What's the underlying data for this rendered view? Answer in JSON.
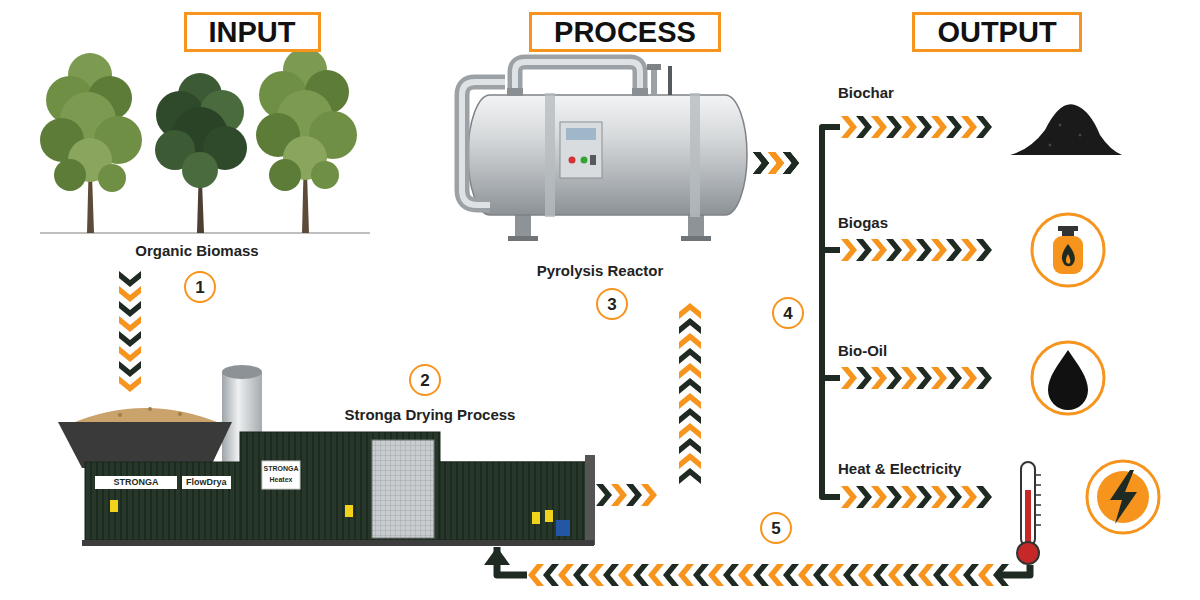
{
  "diagram": {
    "nodes": [
      {
        "text": [
          "INPUT"
        ]
      },
      {
        "text": [
          "PROCESS"
        ]
      },
      {
        "text": [
          "OUTPUT"
        ]
      },
      {
        "text": [
          "Organic Biomass"
        ]
      },
      {
        "text": [
          "Pyrolysis Reactor"
        ]
      },
      {
        "text": [
          "Stronga Drying Process"
        ]
      },
      {
        "text": [
          "Biochar"
        ]
      },
      {
        "text": [
          "Biogas"
        ]
      },
      {
        "text": [
          "Bio-Oil"
        ]
      },
      {
        "text": [
          "Heat & Electricity"
        ]
      }
    ],
    "edges": [
      {
        "from": 3,
        "to": 5,
        "arrow": "to"
      },
      {
        "from": 5,
        "to": 4,
        "arrow": "to"
      },
      {
        "from": 4,
        "to": 6,
        "arrow": "to"
      },
      {
        "from": 4,
        "to": 7,
        "arrow": "to"
      },
      {
        "from": 4,
        "to": 8,
        "arrow": "to"
      },
      {
        "from": 4,
        "to": 9,
        "arrow": "to"
      },
      {
        "from": 9,
        "to": 5,
        "arrow": "to"
      }
    ],
    "labels": [
      "1",
      "2",
      "3",
      "4",
      "5",
      "STRONGA",
      "FlowDrya",
      "STRONGA",
      "Heatex"
    ]
  }
}
